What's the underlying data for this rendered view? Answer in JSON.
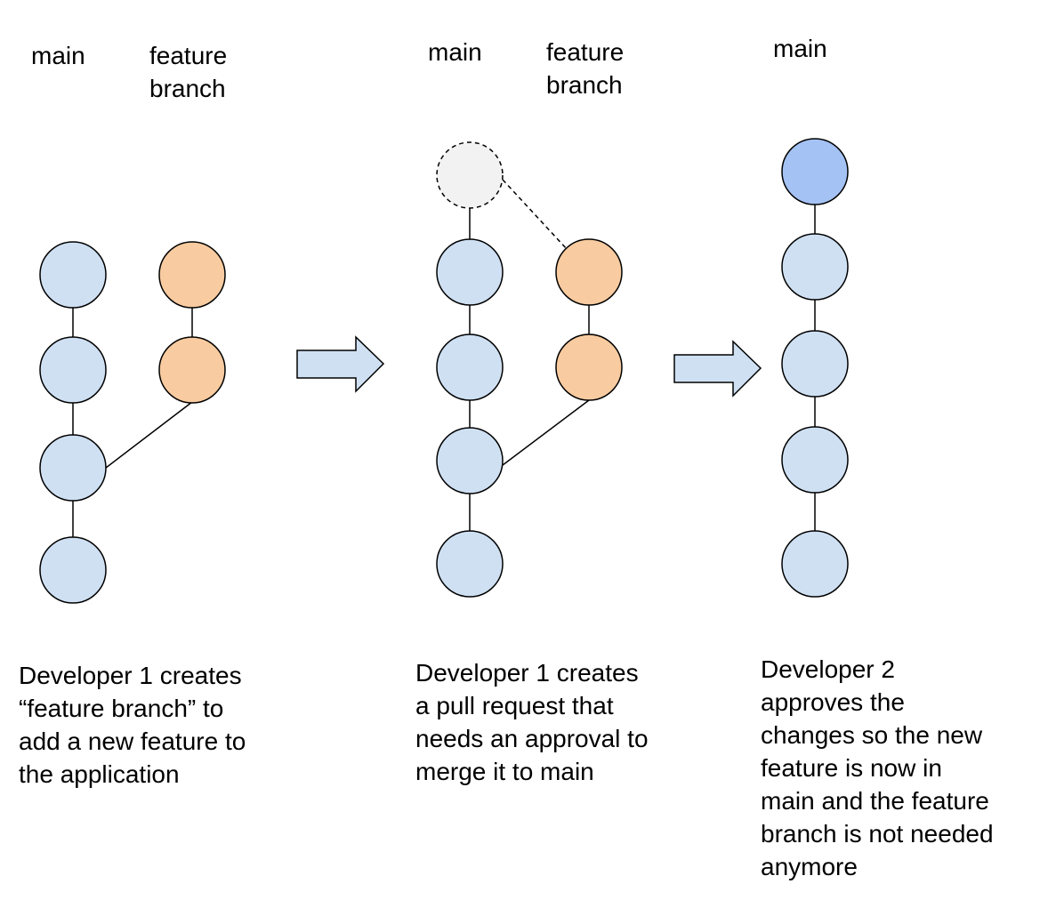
{
  "colors": {
    "main_commit": "#cfe0f3",
    "feature_commit": "#f8cba0",
    "pending_commit": "#f2f2f2",
    "merged_commit": "#a4c2f4",
    "arrow_fill": "#cfe0f3",
    "stroke": "#000000"
  },
  "panels": [
    {
      "main_label": "main",
      "feature_label_lines": [
        "feature",
        "branch"
      ],
      "caption_lines": [
        "Developer 1 creates",
        "“feature branch” to",
        "add a new feature to",
        "the application"
      ]
    },
    {
      "main_label": "main",
      "feature_label_lines": [
        "feature",
        "branch"
      ],
      "caption_lines": [
        "Developer 1 creates",
        "a pull request that",
        "needs an approval to",
        "merge it to main"
      ]
    },
    {
      "main_label": "main",
      "caption_lines": [
        "Developer 2",
        "approves the",
        "changes so the new",
        "feature is now in",
        "main and the feature",
        "branch is not needed",
        "anymore"
      ]
    }
  ]
}
